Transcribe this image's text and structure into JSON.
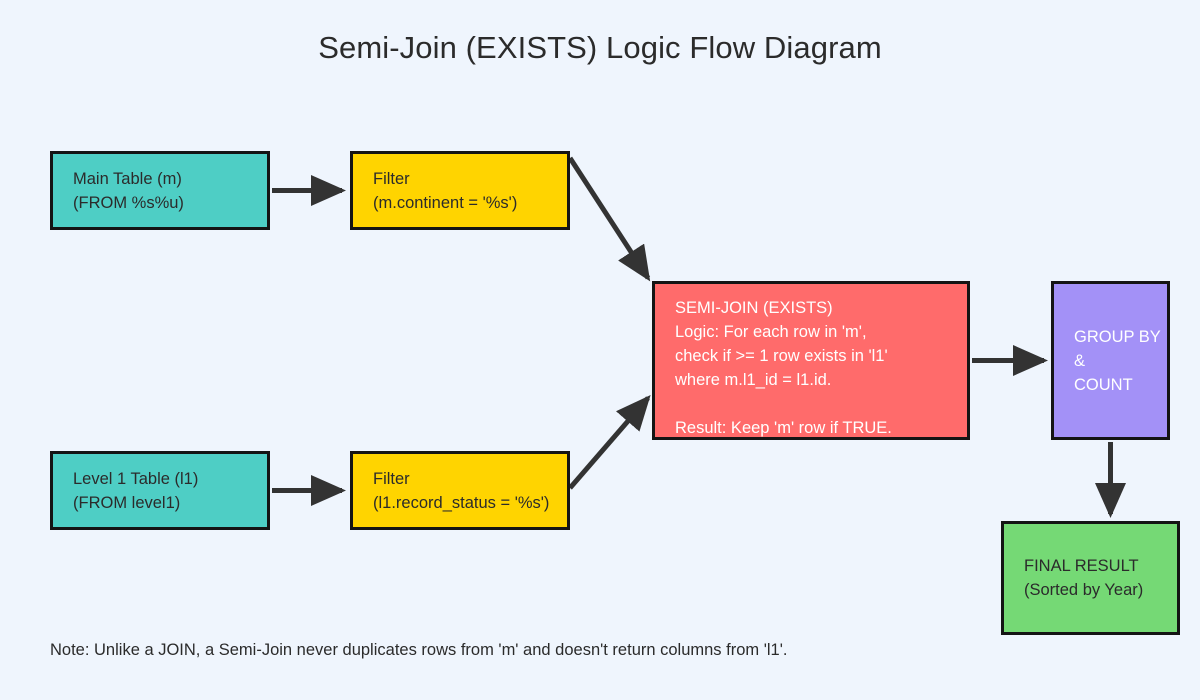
{
  "page": {
    "title": "Semi-Join (EXISTS) Logic Flow Diagram",
    "background_color": "#eff5fd",
    "note": "Note: Unlike a JOIN, a Semi-Join never duplicates rows from 'm' and doesn't return columns from 'l1'."
  },
  "nodes": {
    "main_table": {
      "line1": "Main Table (m)",
      "line2": "(FROM %s%u)",
      "fill": "#4ecec5",
      "text_color": "#2b2b2b"
    },
    "filter_main": {
      "line1": "Filter",
      "line2": "(m.continent = '%s')",
      "fill": "#ffd400",
      "text_color": "#2b2b2b"
    },
    "level1_table": {
      "line1": "Level 1 Table (l1)",
      "line2": "(FROM level1)",
      "fill": "#4ecec5",
      "text_color": "#2b2b2b"
    },
    "filter_level1": {
      "line1": "Filter",
      "line2": "(l1.record_status = '%s')",
      "fill": "#ffd400",
      "text_color": "#2b2b2b"
    },
    "semi_join": {
      "line1": "SEMI-JOIN (EXISTS)",
      "line2": "Logic: For each row in 'm',",
      "line3": "check if >= 1 row exists in 'l1'",
      "line4": "where m.l1_id = l1.id.",
      "line5": "",
      "line6": "Result: Keep 'm' row if TRUE.",
      "fill": "#ff6b6b",
      "text_color": "#ffffff"
    },
    "group_by": {
      "line1": "GROUP BY",
      "line2": "&",
      "line3": "COUNT",
      "fill": "#a391f7",
      "text_color": "#ffffff"
    },
    "final_result": {
      "line1": "FINAL RESULT",
      "line2": "(Sorted by Year)",
      "fill": "#75d975",
      "text_color": "#2b2b2b"
    }
  },
  "edges": {
    "color": "#333333",
    "list": [
      {
        "from": "main_table",
        "to": "filter_main"
      },
      {
        "from": "filter_main",
        "to": "semi_join"
      },
      {
        "from": "level1_table",
        "to": "filter_level1"
      },
      {
        "from": "filter_level1",
        "to": "semi_join"
      },
      {
        "from": "semi_join",
        "to": "group_by"
      },
      {
        "from": "group_by",
        "to": "final_result"
      }
    ]
  }
}
